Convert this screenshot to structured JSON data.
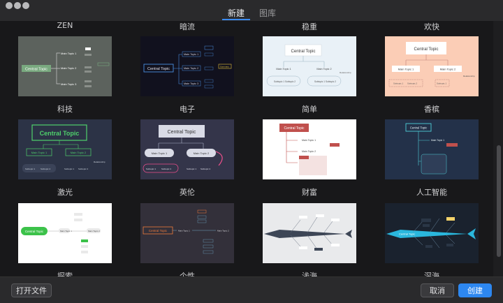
{
  "tabs": [
    {
      "label": "新建"
    },
    {
      "label": "图库"
    }
  ],
  "templates": [
    {
      "name": "ZEN"
    },
    {
      "name": "暗流"
    },
    {
      "name": "稳重"
    },
    {
      "name": "欢快"
    },
    {
      "name": "科技"
    },
    {
      "name": "电子"
    },
    {
      "name": "简单"
    },
    {
      "name": "香槟"
    },
    {
      "name": "激光"
    },
    {
      "name": "英伦"
    },
    {
      "name": "财富"
    },
    {
      "name": "人工智能"
    },
    {
      "name": "探索"
    },
    {
      "name": "个性"
    },
    {
      "name": "浅海"
    },
    {
      "name": "深海"
    }
  ],
  "thumb_text": {
    "central": "Central Topic",
    "main1": "Main Topic 1",
    "main2": "Main Topic 2",
    "main3": "Main Topic 3",
    "main": "Main Topic",
    "sub1": "Subtopic 1",
    "sub2": "Subtopic 2",
    "summary": "Summary",
    "callout": "Callout",
    "relationship": "Relationship"
  },
  "buttons": {
    "open": "打开文件",
    "cancel": "取消",
    "create": "创建"
  },
  "colors": {
    "accent": "#2d87f0"
  }
}
